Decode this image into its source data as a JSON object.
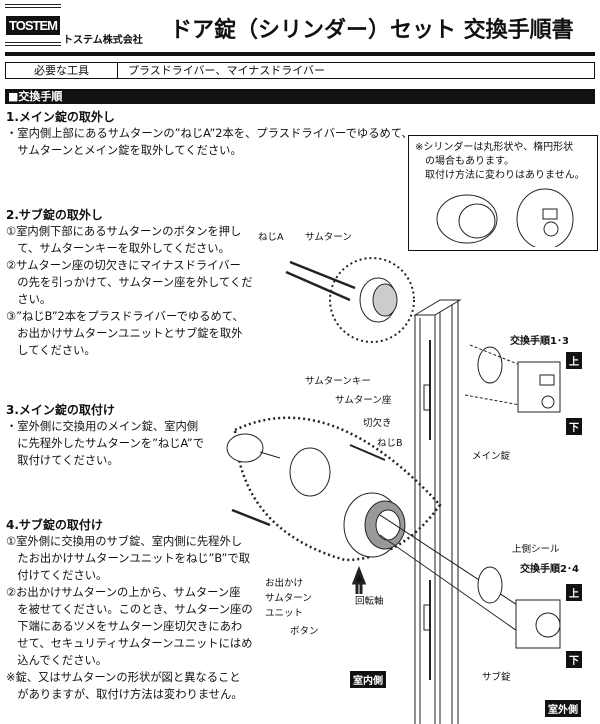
{
  "header": {
    "logo": "TOSTEM",
    "company": "トステム株式会社",
    "title": "ドア錠（シリンダー）セット 交換手順書"
  },
  "tools": {
    "label": "必要な工具",
    "value": "プラスドライバー、マイナスドライバー"
  },
  "section": "■交換手順",
  "steps": [
    {
      "heading": "1.メイン錠の取外し",
      "lines": [
        "・室内側上部にあるサムターンの”ねじA”2本を、プラスドライバーでゆるめて、",
        "　サムターンとメイン錠を取外してください。"
      ]
    },
    {
      "heading": "2.サブ錠の取外し",
      "lines": [
        "①室内側下部にあるサムターンのボタンを押し",
        "　て、サムターンキーを取外してください。",
        "②サムターン座の切欠きにマイナスドライバー",
        "　の先を引っかけて、サムターン座を外してくだ",
        "　さい。",
        "③”ねじB”2本をプラスドライバーでゆるめて、",
        "　お出かけサムターンユニットとサブ錠を取外",
        "　してください。"
      ]
    },
    {
      "heading": "3.メイン錠の取付け",
      "lines": [
        "・室外側に交換用のメイン錠、室内側",
        "　に先程外したサムターンを”ねじA”で",
        "　取付けてください。"
      ]
    },
    {
      "heading": "4.サブ錠の取付け",
      "lines": [
        "①室外側に交換用のサブ錠、室内側に先程外し",
        "　たお出かけサムターンユニットをねじ”B”で取",
        "　付けてください。",
        "②お出かけサムターンの上から、サムターン座",
        "　を被せてください。このとき、サムターン座の",
        "　下端にあるツメをサムターン座切欠きにあわ",
        "　せて、セキュリティサムターンユニットにはめ",
        "　込んでください。",
        "※錠、又はサムターンの形状が図と異なること",
        "　がありますが、取付け方法は変わりません。"
      ]
    }
  ],
  "note": [
    "※シリンダーは丸形状や、楕円形状",
    "　の場合もあります。",
    "　取付け方法に変わりはありません。"
  ],
  "labels": {
    "screw_a": "ねじA",
    "thumbturn": "サムターン",
    "step13": "交換手順1･3",
    "up": "上",
    "down": "下",
    "main_lock": "メイン錠",
    "thumbturn_key": "サムターンキー",
    "thumbturn_seat": "サムターン座",
    "notch": "切欠き",
    "screw_b": "ねじB",
    "top_seal": "上側シール",
    "step24": "交換手順2･4",
    "unit1": "お出かけ",
    "unit2": "サムターン",
    "unit3": "ユニット",
    "axis": "回転軸",
    "button": "ボタン",
    "sub_lock": "サブ錠",
    "indoor": "室内側",
    "outdoor": "室外側"
  }
}
